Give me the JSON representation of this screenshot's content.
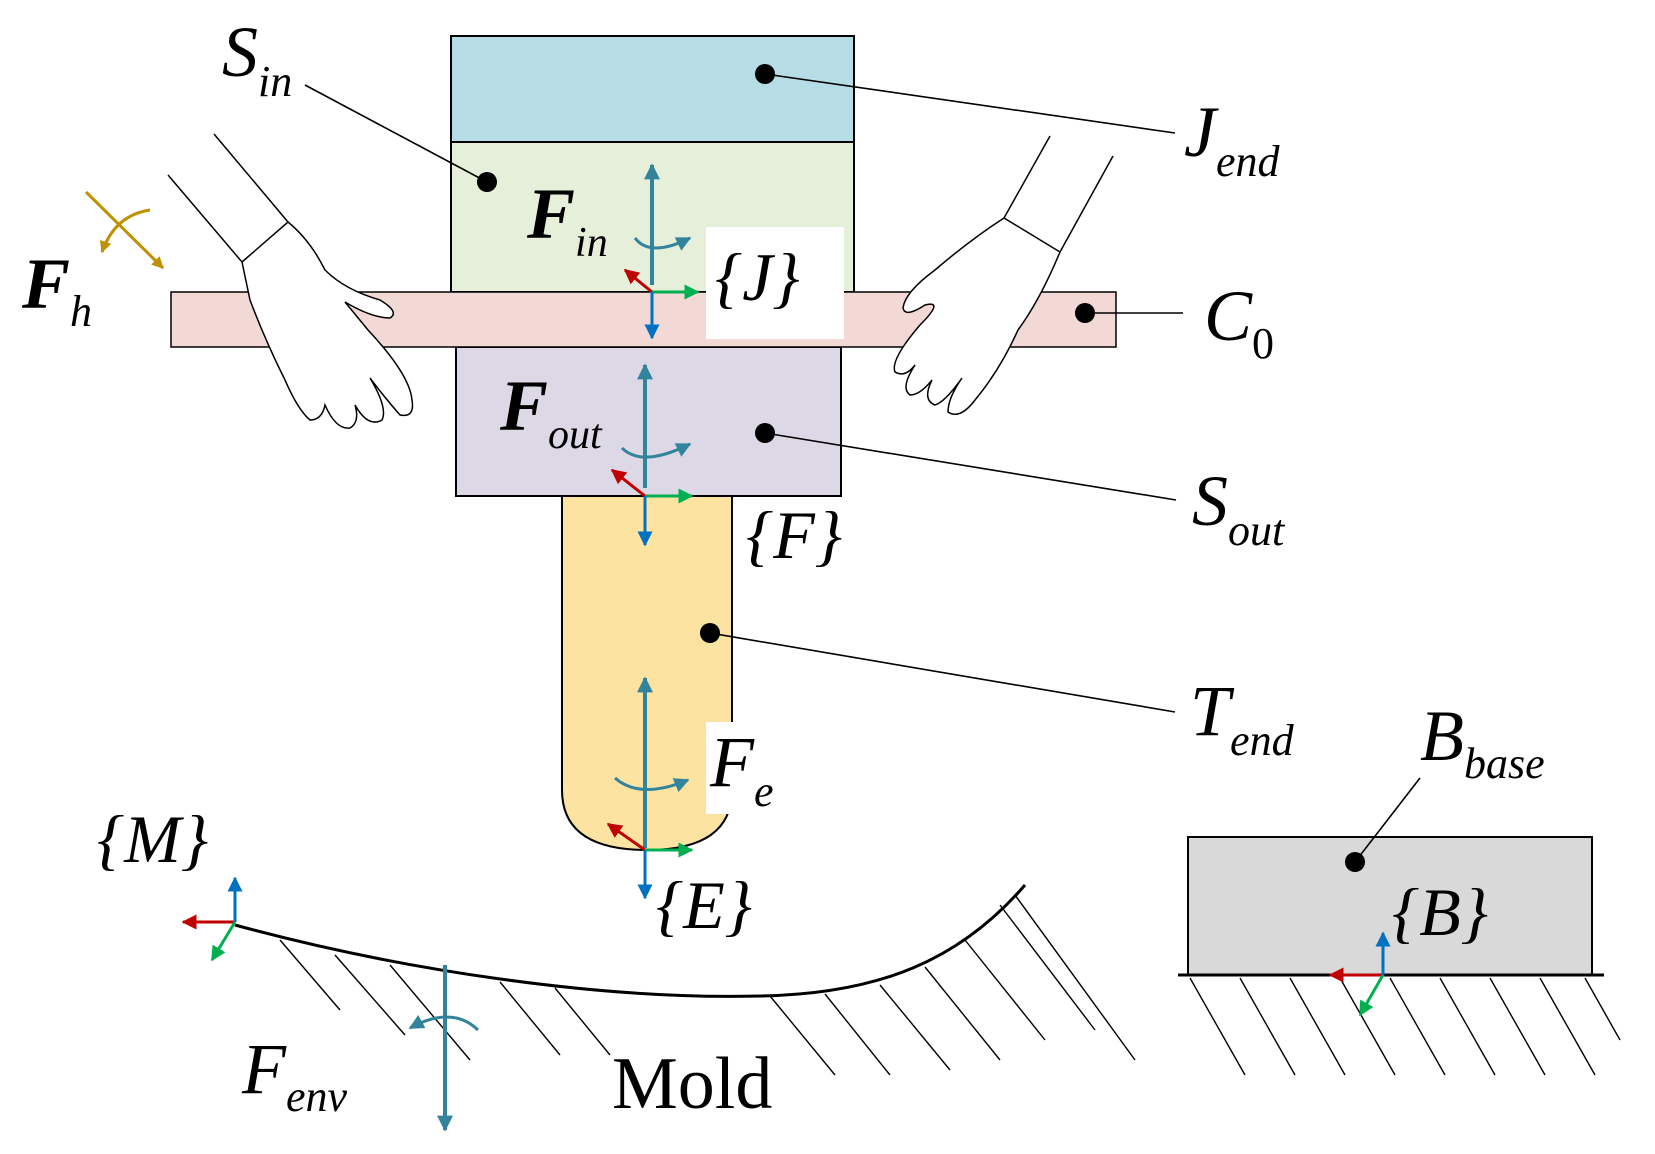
{
  "labels": {
    "s_in_main": "S",
    "s_in_sub": "in",
    "j_end_main": "J",
    "j_end_sub": "end",
    "f_in_main": "F",
    "f_in_sub": "in",
    "frame_j": "{J}",
    "f_h_main": "F",
    "f_h_sub": "h",
    "c0_main": "C",
    "c0_sub": "0",
    "f_out_main": "F",
    "f_out_sub": "out",
    "s_out_main": "S",
    "s_out_sub": "out",
    "frame_f": "{F}",
    "t_end_main": "T",
    "t_end_sub": "end",
    "f_e_main": "F",
    "f_e_sub": "e",
    "b_base_main": "B",
    "b_base_sub": "base",
    "frame_m": "{M}",
    "frame_e": "{E}",
    "frame_b": "{B}",
    "f_env_main": "F",
    "f_env_sub": "env",
    "mold": "Mold"
  },
  "colors": {
    "j_end_fill": "#b6dce5",
    "s_in_fill": "#e6efd9",
    "c0_fill": "#f3d9d6",
    "s_out_fill": "#ddd8e6",
    "t_end_fill": "#fde3a2",
    "base_fill": "#d9d9d9",
    "wrench_teal": "#31849b",
    "human_force": "#bf9000",
    "axis_x_red": "#c00000",
    "axis_y_green": "#00b050",
    "axis_z_blue": "#0070c0"
  },
  "icons": [
    "left-hand-icon",
    "right-hand-icon"
  ]
}
